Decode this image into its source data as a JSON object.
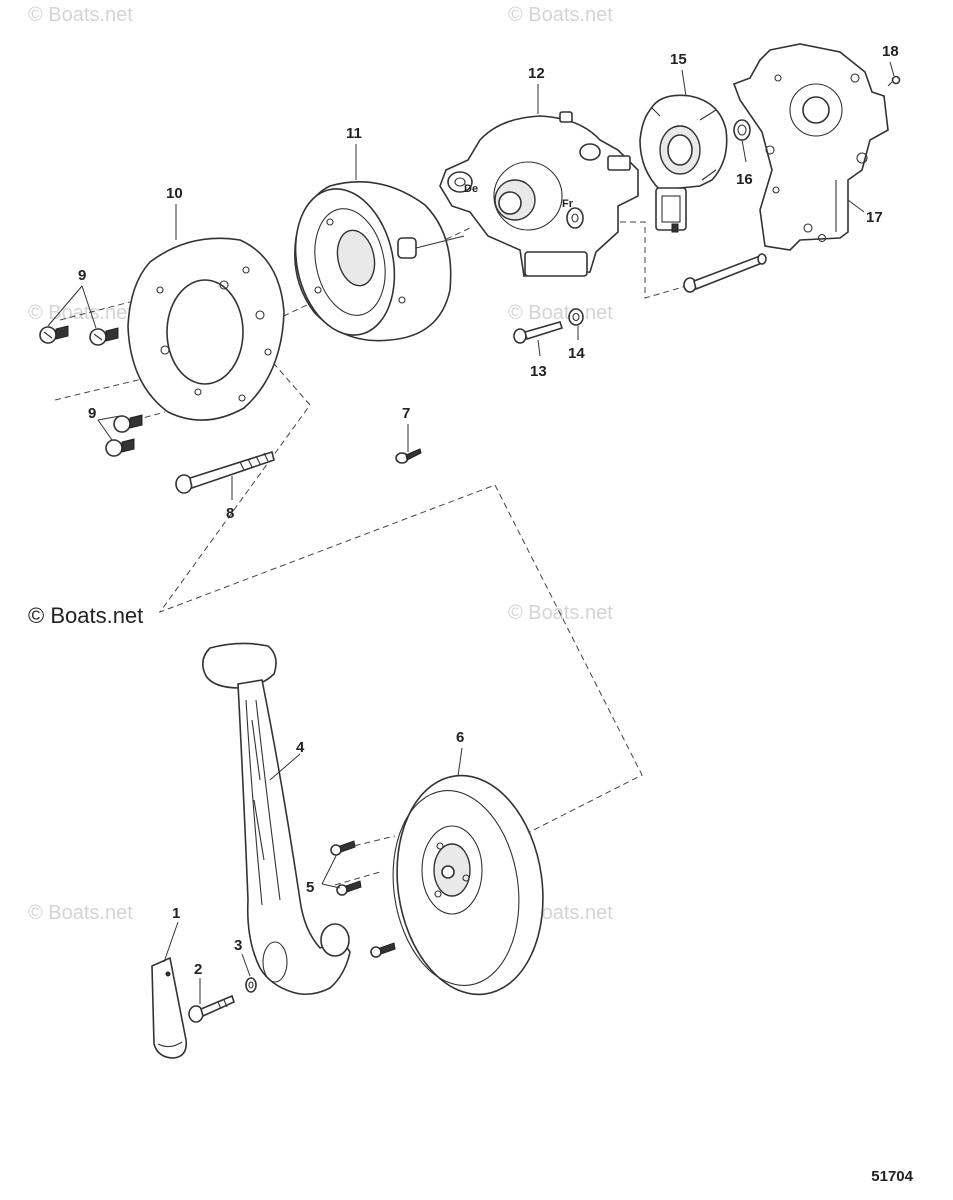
{
  "watermark": {
    "text": "© Boats.net",
    "main_text": "© Boats.net"
  },
  "diagram_code": "51704",
  "callouts": [
    {
      "id": "c1",
      "label": "1"
    },
    {
      "id": "c2",
      "label": "2"
    },
    {
      "id": "c3",
      "label": "3"
    },
    {
      "id": "c4",
      "label": "4"
    },
    {
      "id": "c5",
      "label": "5"
    },
    {
      "id": "c6",
      "label": "6"
    },
    {
      "id": "c7",
      "label": "7"
    },
    {
      "id": "c8",
      "label": "8"
    },
    {
      "id": "c9a",
      "label": "9"
    },
    {
      "id": "c9b",
      "label": "9"
    },
    {
      "id": "c10",
      "label": "10"
    },
    {
      "id": "c11",
      "label": "11"
    },
    {
      "id": "c12",
      "label": "12"
    },
    {
      "id": "c13",
      "label": "13"
    },
    {
      "id": "c14",
      "label": "14"
    },
    {
      "id": "c15",
      "label": "15"
    },
    {
      "id": "c16",
      "label": "16"
    },
    {
      "id": "c17",
      "label": "17"
    },
    {
      "id": "c18",
      "label": "18"
    }
  ],
  "housing_marks": {
    "left": "De",
    "right": "Fr"
  }
}
